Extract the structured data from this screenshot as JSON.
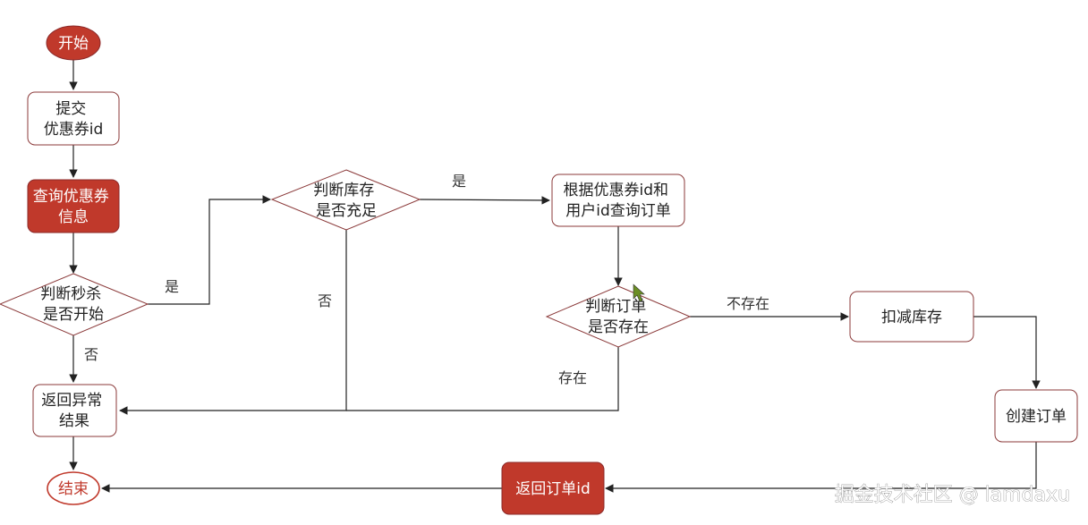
{
  "colors": {
    "accent": "#c0392b",
    "node_border": "#8b3a3a",
    "line": "#222222"
  },
  "nodes": {
    "start": "开始",
    "submit": [
      "提交",
      "优惠券id"
    ],
    "query_coupon": [
      "查询优惠券",
      "信息"
    ],
    "check_seckill": [
      "判断秒杀",
      "是否开始"
    ],
    "check_stock": [
      "判断库存",
      "是否充足"
    ],
    "query_order": [
      "根据优惠券id和",
      "用户id查询订单"
    ],
    "check_order": [
      "判断订单",
      "是否存在"
    ],
    "deduct_stock": "扣减库存",
    "create_order": "创建订单",
    "return_order_id": "返回订单id",
    "return_error": [
      "返回异常",
      "结果"
    ],
    "end": "结束"
  },
  "edge_labels": {
    "seckill_yes": "是",
    "seckill_no": "否",
    "stock_yes": "是",
    "stock_no": "否",
    "order_not_exist": "不存在",
    "order_exist": "存在"
  },
  "watermark": "掘金技术社区 @ lamdaxu"
}
